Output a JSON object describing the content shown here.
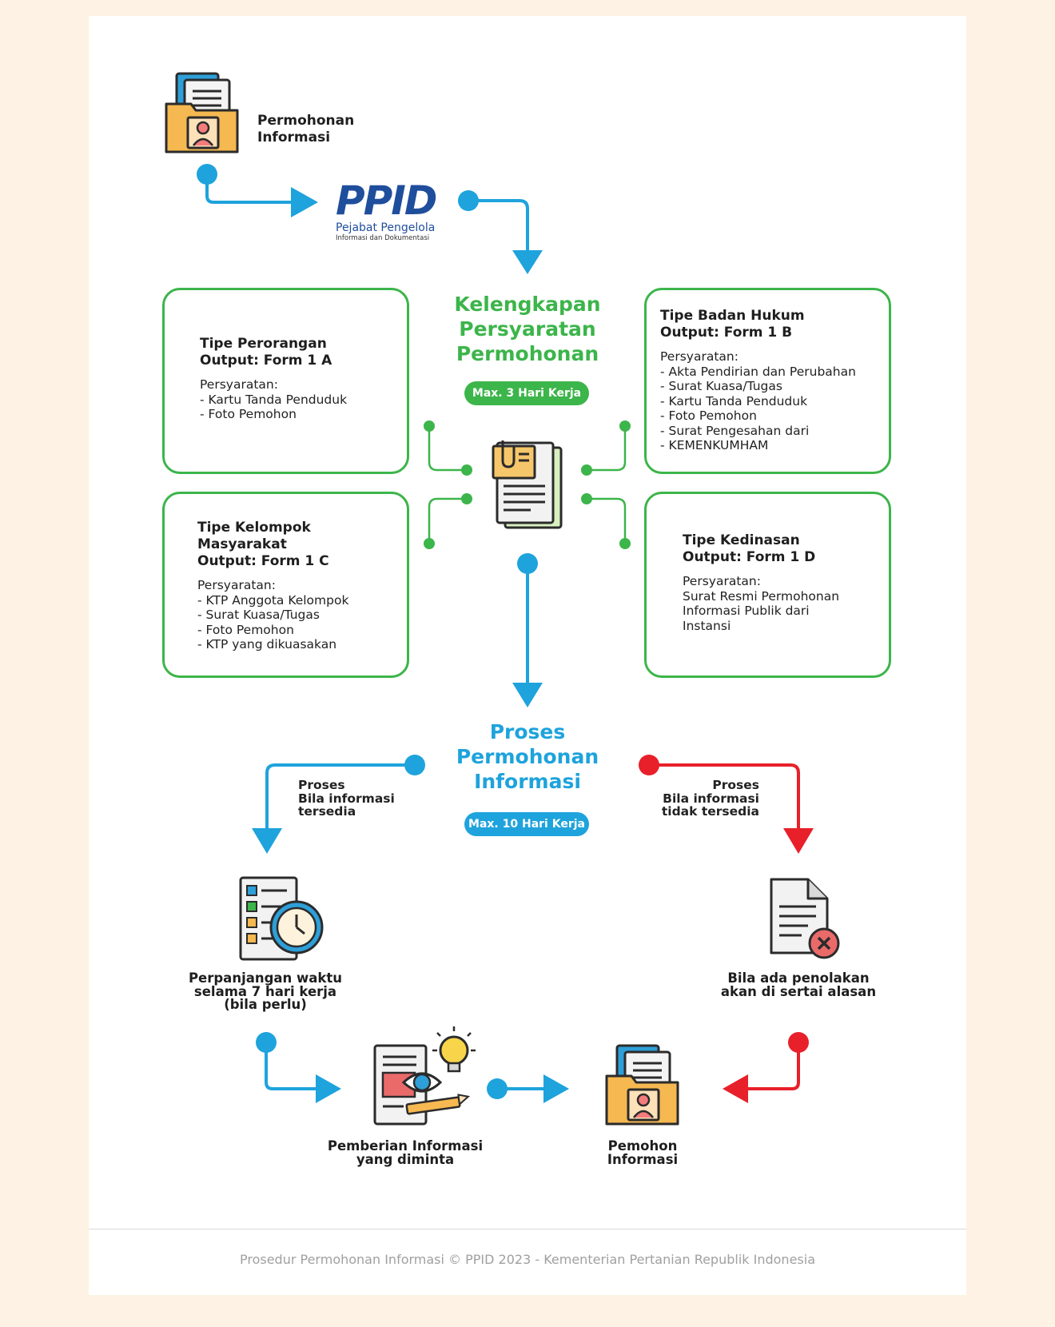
{
  "start": {
    "label_line1": "Permohonan",
    "label_line2": "Informasi"
  },
  "ppid": {
    "logo": "PPID",
    "subtitle": "Pejabat Pengelola",
    "subtitle2": "Informasi dan Dokumentasi"
  },
  "kelengkapan": {
    "title_line1": "Kelengkapan",
    "title_line2": "Persyaratan",
    "title_line3": "Permohonan",
    "pill": "Max. 3 Hari Kerja"
  },
  "box_a": {
    "title_line1": "Tipe Perorangan",
    "output": "Output: Form 1 A",
    "req_label": "Persyaratan:",
    "items": [
      "Kartu Tanda Penduduk",
      "Foto Pemohon"
    ]
  },
  "box_b": {
    "title_line1": "Tipe Badan Hukum",
    "output": "Output: Form 1 B",
    "req_label": "Persyaratan:",
    "items": [
      "Akta Pendirian dan Perubahan",
      "Surat Kuasa/Tugas",
      "Kartu Tanda Penduduk",
      "Foto Pemohon",
      "Surat Pengesahan dari",
      "KEMENKUMHAM"
    ]
  },
  "box_c": {
    "title_line1": "Tipe Kelompok",
    "title_line2": "Masyarakat",
    "output": "Output: Form 1 C",
    "req_label": "Persyaratan:",
    "items": [
      "KTP Anggota Kelompok",
      "Surat Kuasa/Tugas",
      "Foto Pemohon",
      "KTP yang dikuasakan"
    ]
  },
  "box_d": {
    "title_line1": "Tipe Kedinasan",
    "output": "Output: Form 1 D",
    "req_label": "Persyaratan:",
    "items": [
      "Surat Resmi Permohonan",
      "Informasi Publik dari",
      "Instansi"
    ]
  },
  "proses": {
    "title_line1": "Proses",
    "title_line2": "Permohonan",
    "title_line3": "Informasi",
    "pill": "Max. 10 Hari Kerja"
  },
  "branch_left": {
    "line1": "Proses",
    "line2": "Bila informasi",
    "line3": "tersedia"
  },
  "branch_right": {
    "line1": "Proses",
    "line2": "Bila informasi",
    "line3": "tidak tersedia"
  },
  "extension": {
    "line1": "Perpanjangan waktu",
    "line2": "selama 7 hari kerja",
    "line3": "(bila perlu)"
  },
  "rejection": {
    "line1": "Bila ada penolakan",
    "line2": "akan di sertai alasan"
  },
  "pemberian": {
    "line1": "Pemberian Informasi",
    "line2": "yang diminta"
  },
  "pemohon": {
    "line1": "Pemohon",
    "line2": "Informasi"
  },
  "footer": {
    "text": "Prosedur Permohonan Informasi © PPID 2023 - Kementerian Pertanian Republik Indonesia"
  },
  "colors": {
    "green": "#3cb54a",
    "blue": "#1ea3dc",
    "red": "#e8202a",
    "ppid_blue": "#1f4e9c"
  },
  "icons": [
    "folder-user-icon",
    "ppid-logo",
    "document-clip-icon",
    "checklist-clock-icon",
    "document-reject-icon",
    "document-eye-idea-icon"
  ]
}
